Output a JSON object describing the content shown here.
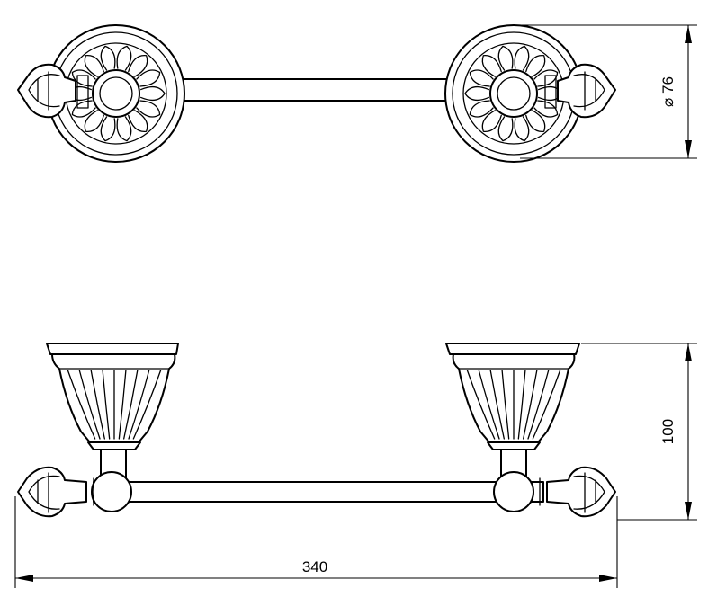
{
  "drawing": {
    "dimensions": {
      "diameter": "⌀ 76",
      "height": "100",
      "length": "340"
    },
    "colors": {
      "line": "#000000",
      "background": "#ffffff"
    }
  }
}
